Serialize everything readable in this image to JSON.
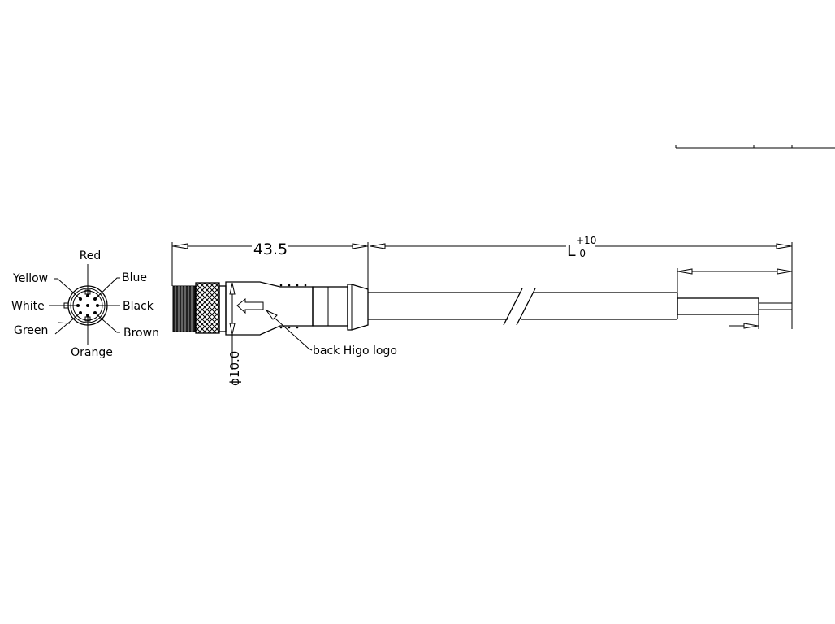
{
  "pinout": {
    "labels": {
      "top": "Red",
      "top_right": "Blue",
      "right": "Black",
      "bottom_right": "Brown",
      "bottom": "Orange",
      "bottom_left": "Green",
      "left": "White",
      "top_left": "Yellow"
    }
  },
  "dimensions": {
    "connector_length": "43.5",
    "cable_length": "L",
    "cable_tolerance_upper": "+10",
    "cable_tolerance_lower": "-0",
    "diameter": "ϕ10.0"
  },
  "annotations": {
    "logo_note": "back Higo logo"
  },
  "colors": {
    "line": "#000000",
    "background": "#ffffff"
  }
}
